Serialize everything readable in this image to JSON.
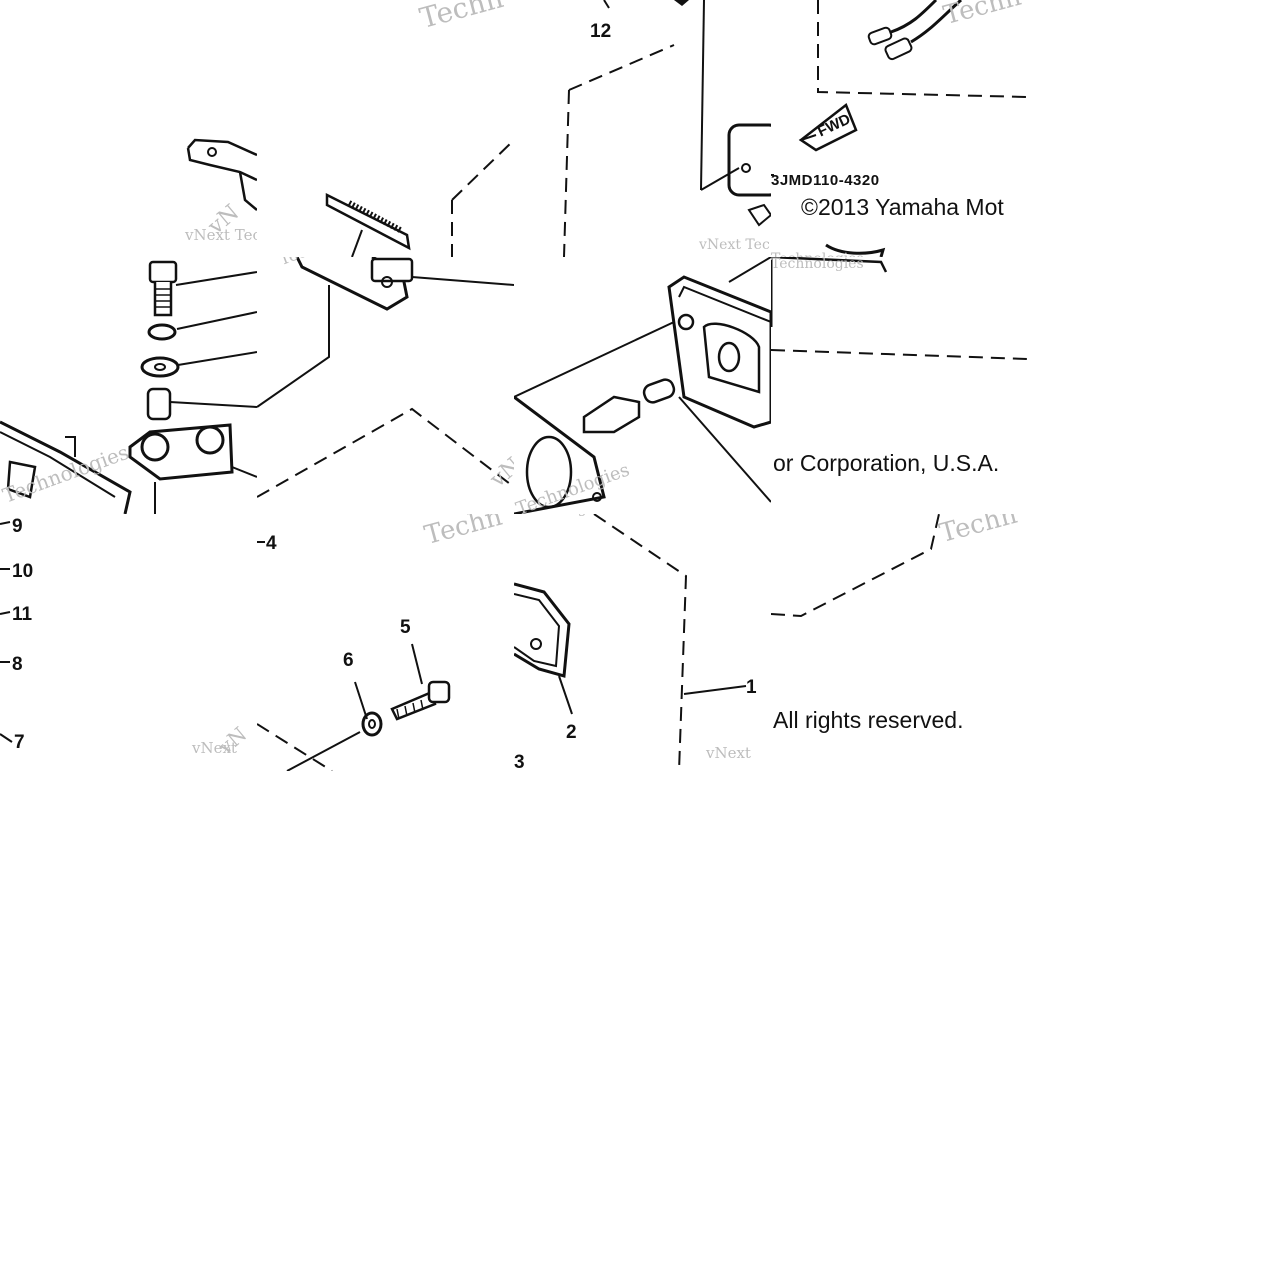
{
  "diagram": {
    "part_labels": [
      "1",
      "2",
      "3",
      "4",
      "5",
      "6",
      "7",
      "8",
      "9",
      "10",
      "11",
      "12"
    ],
    "catalog_code": "3JMD110-4320",
    "direction_marker": "FWD",
    "copyright_line_1_part_a": "©2013 Yamaha Mot",
    "copyright_line_1_part_b": "or Corporation, U.S.A.",
    "copyright_line_2": "All rights reserved."
  },
  "watermarks": {
    "brand_a": "vNext",
    "brand_b": "Technologies",
    "brand_short": "Techn",
    "brand_tec": "vNext Tec",
    "brand_vn": "vN"
  }
}
